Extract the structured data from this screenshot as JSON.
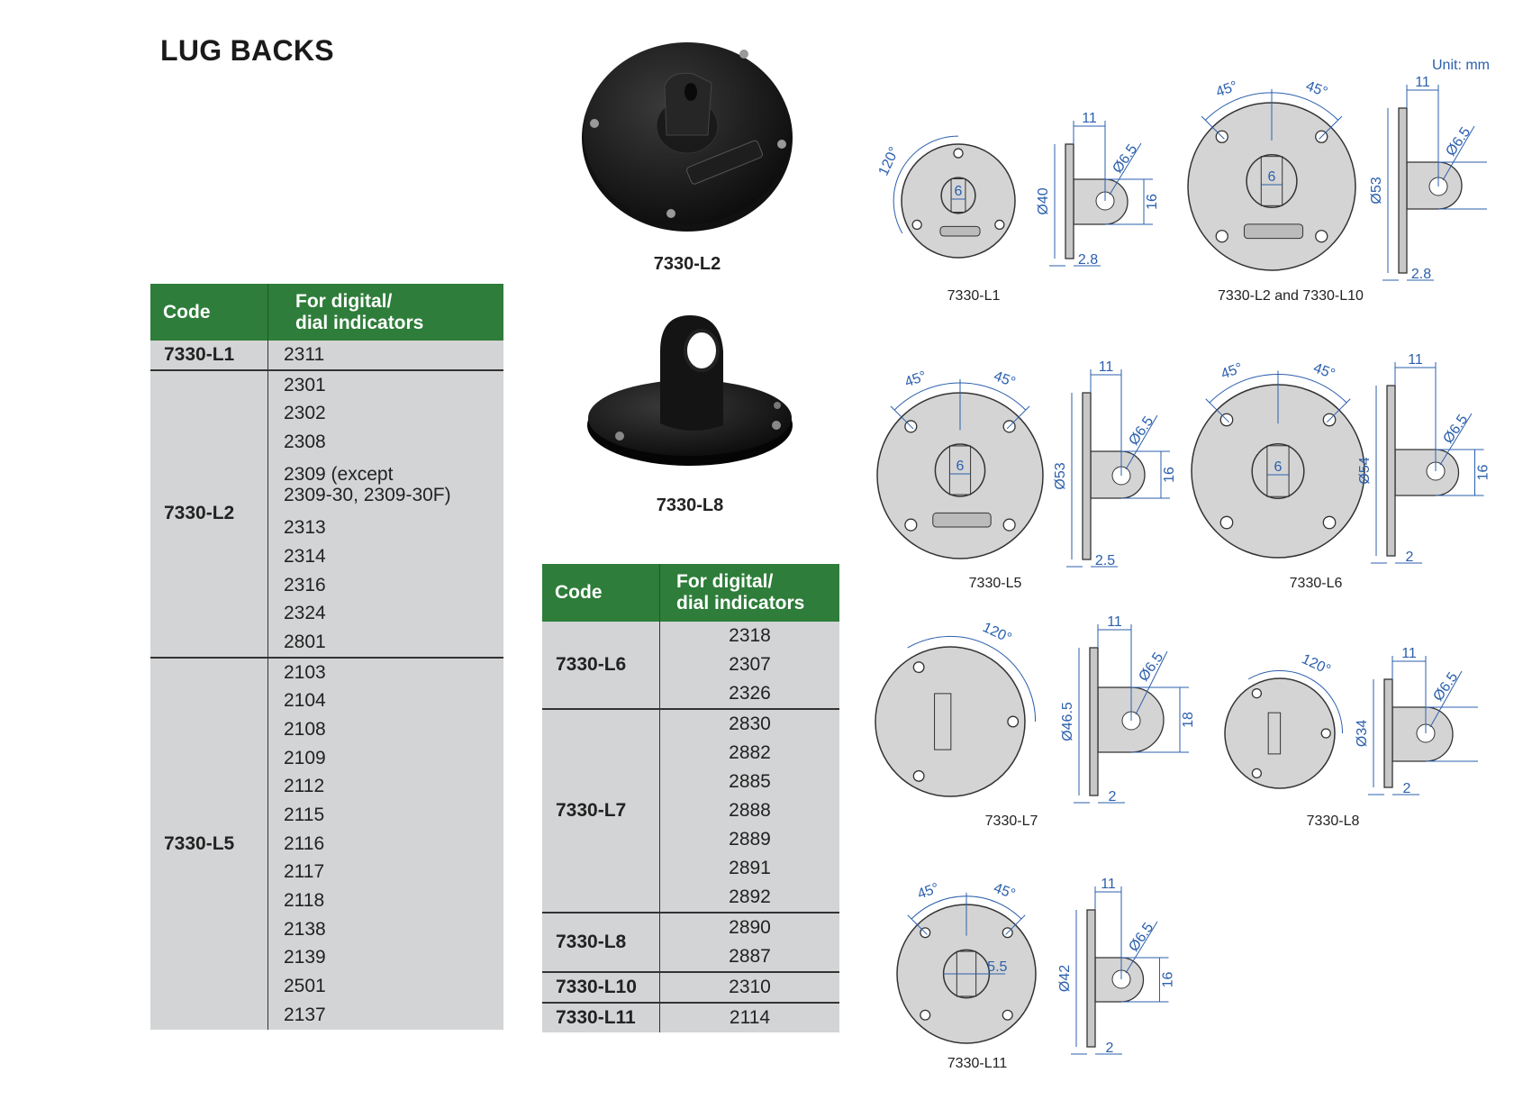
{
  "title": "LUG BACKS",
  "unit_note": "Unit: mm",
  "photos": [
    {
      "label": "7330-L2"
    },
    {
      "label": "7330-L8"
    }
  ],
  "table1": {
    "headers": {
      "code": "Code",
      "for_line1": "For digital/",
      "for_line2": "dial indicators"
    },
    "groups": [
      {
        "code": "7330-L1",
        "values": [
          "2311"
        ]
      },
      {
        "code": "7330-L2",
        "values": [
          "2301",
          "2302",
          "2308",
          "2309 (except",
          "2309-30, 2309-30F)",
          "2313",
          "2314",
          "2316",
          "2324",
          "2801"
        ]
      },
      {
        "code": "7330-L5",
        "values": [
          "2103",
          "2104",
          "2108",
          "2109",
          "2112",
          "2115",
          "2116",
          "2117",
          "2118",
          "2138",
          "2139",
          "2501",
          "2137"
        ]
      }
    ]
  },
  "table2": {
    "headers": {
      "code": "Code",
      "for_line1": "For digital/",
      "for_line2": "dial indicators"
    },
    "groups": [
      {
        "code": "7330-L6",
        "values": [
          "2318",
          "2307",
          "2326"
        ]
      },
      {
        "code": "7330-L7",
        "values": [
          "2830",
          "2882",
          "2885",
          "2888",
          "2889",
          "2891",
          "2892"
        ]
      },
      {
        "code": "7330-L8",
        "values": [
          "2890",
          "2887"
        ]
      },
      {
        "code": "7330-L10",
        "values": [
          "2310"
        ]
      },
      {
        "code": "7330-L11",
        "values": [
          "2114"
        ]
      }
    ]
  },
  "diagrams": [
    {
      "label": "7330-L1",
      "angles": [
        "120°"
      ],
      "center": "6",
      "width": "11",
      "hole": "Ø6.5",
      "dia": "Ø40",
      "height": "16",
      "thickness": "2.8"
    },
    {
      "label": "7330-L2 and 7330-L10",
      "angles": [
        "45°",
        "45°"
      ],
      "center": "6",
      "width": "11",
      "hole": "Ø6.5",
      "dia": "Ø53",
      "height": "",
      "thickness": "2.8"
    },
    {
      "label": "7330-L5",
      "angles": [
        "45°",
        "45°"
      ],
      "center": "6",
      "width": "11",
      "hole": "Ø6.5",
      "dia": "Ø53",
      "height": "16",
      "thickness": "2.5"
    },
    {
      "label": "7330-L6",
      "angles": [
        "45°",
        "45°"
      ],
      "center": "6",
      "width": "11",
      "hole": "Ø6.5",
      "dia": "Ø54",
      "height": "16",
      "thickness": "2"
    },
    {
      "label": "7330-L7",
      "angles": [
        "120°"
      ],
      "center": "",
      "width": "11",
      "hole": "Ø6.5",
      "dia": "Ø46.5",
      "height": "18",
      "thickness": "2"
    },
    {
      "label": "7330-L8",
      "angles": [
        "120°"
      ],
      "center": "",
      "width": "11",
      "hole": "Ø6.5",
      "dia": "Ø34",
      "height": "",
      "thickness": "2"
    },
    {
      "label": "7330-L11",
      "angles": [
        "45°",
        "45°"
      ],
      "center": "5.5",
      "width": "11",
      "hole": "Ø6.5",
      "dia": "Ø42",
      "height": "16",
      "thickness": "2"
    }
  ],
  "colors": {
    "header_green": "#2e7d3a",
    "table_grey": "#d3d4d5",
    "dimension_blue": "#2b5fad",
    "part_grey": "#d4d4d4"
  }
}
